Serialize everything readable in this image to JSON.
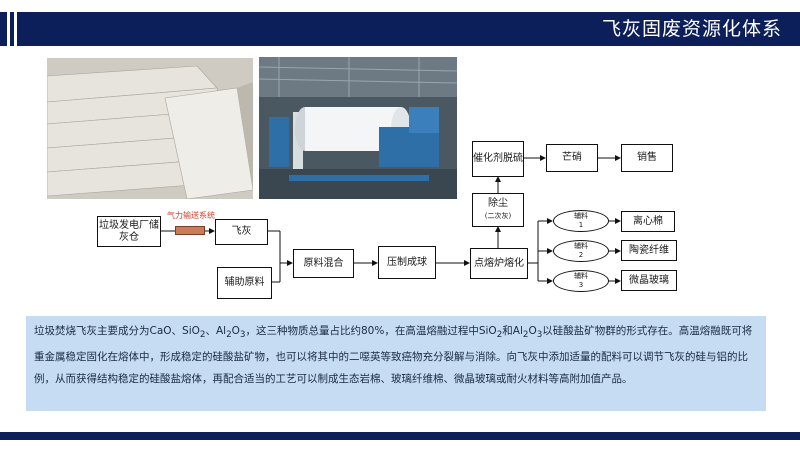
{
  "header": {
    "title": "飞灰固废资源化体系"
  },
  "diagram": {
    "storage": "垃圾发电厂储灰仓",
    "conveyor_label": "气力输送系统",
    "fly_ash": "飞灰",
    "auxiliary": "辅助原料",
    "mixing": "原料混合",
    "pressing": "压制成球",
    "melting": "点熔炉熔化",
    "dust_removal": "除尘",
    "dust_removal_note": "(二次灰)",
    "catalyst": "催化剂脱硫",
    "mirabilite": "芒硝",
    "sales": "销售",
    "aux_label": "辅料",
    "aux_nums": [
      "1",
      "2",
      "3"
    ],
    "products": [
      "离心棉",
      "陶瓷纤维",
      "微晶玻璃"
    ]
  },
  "description": {
    "p1": "垃圾焚烧飞灰主要成分为CaO、SiO",
    "s1": "2",
    "p2": "、Al",
    "s2": "2",
    "p3": "O",
    "s3": "3",
    "p4": "，这三种物质总量占比约80%，在高温熔融过程中SiO",
    "s4": "2",
    "p5": "和Al",
    "s5": "2",
    "p6": "O",
    "s6": "3",
    "p7": "以硅酸盐矿物群的形式存在。高温熔融既可将重金属稳定固化在熔体中，形成稳定的硅酸盐矿物，也可以将其中的二噁英等致癌物充分裂解与消除。向飞灰中添加适量的配料可以调节飞灰的硅与铝的比例，从而获得结构稳定的硅酸盐熔体，再配合适当的工艺可以制成生态岩棉、玻璃纤维棉、微晶玻璃或耐火材料等高附加值产品。"
  }
}
